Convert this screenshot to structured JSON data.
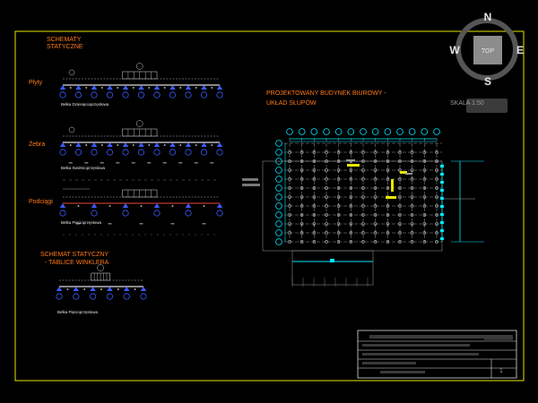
{
  "viewcube": {
    "north": "N",
    "south": "S",
    "west": "W",
    "east": "E",
    "top": "TOP",
    "scale": "SKALA 1:50"
  },
  "left_panel": {
    "title_line1": "SCHEMATY",
    "title_line2": "STATYCZNE",
    "sections": [
      {
        "label": "Płyty",
        "caption": "Belka Dziesięcioprzęsłowa"
      },
      {
        "label": "Żebra",
        "caption": "Belka Siedmioprzęsłowa"
      },
      {
        "label": "Podciągi",
        "caption": "Belka Pięcioprzęsłowa"
      }
    ],
    "winkler_title_line1": "SCHEMAT STATYCZNY",
    "winkler_title_line2": "- TABLICE WINKLERA",
    "winkler_caption": "Belka Pięcioprzęsłowa"
  },
  "plan": {
    "title_line1": "PROJEKTOWANY BUDYNEK BIUROWY -",
    "title_line2": "UKŁAD SŁUPÓW"
  },
  "title_block": {
    "sheet_number": "1"
  },
  "colors": {
    "frame": "#e8e800",
    "cyan": "#00e5ff",
    "orange": "#ff7a1a",
    "support_blue": "#3a5cff",
    "beam_red": "#c0392b",
    "grey": "#8a8a8a"
  }
}
